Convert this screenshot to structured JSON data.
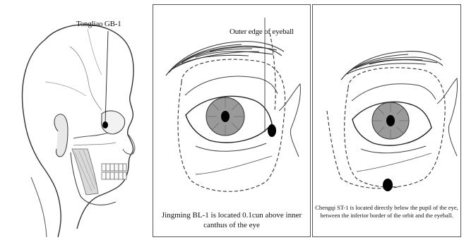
{
  "panels": [
    {
      "id": "skull-panel",
      "label": "Tongliao GB-1"
    },
    {
      "id": "jingming-panel",
      "label": "Outer edge of eyeball",
      "caption": "Jingming BL-1 is located 0.1cun above inner canthus of the eye"
    },
    {
      "id": "chengqi-panel",
      "caption": "Chengqi ST-1 is located directly below the pupil of the eye, between the inferior border of the orbit and the eyeball."
    }
  ]
}
